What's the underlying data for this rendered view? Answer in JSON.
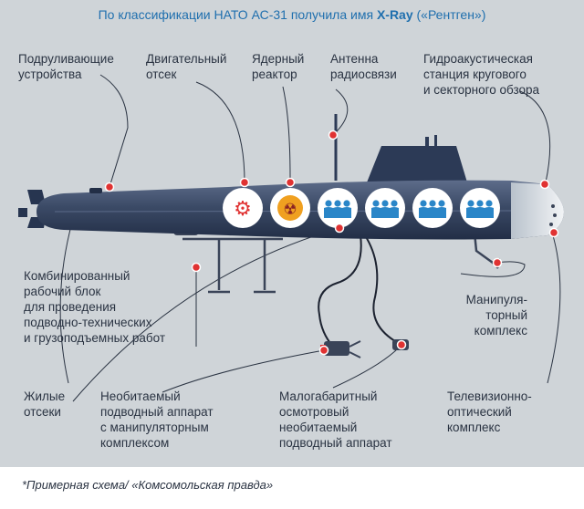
{
  "title": {
    "prefix": "По классификации НАТО АС-31 получила имя",
    "emphasis": "X-Ray",
    "suffix": "(«Рентген»)"
  },
  "labels": {
    "thrusters": "Подруливающие\nустройства",
    "engine": "Двигательный\nотсек",
    "reactor": "Ядерный\nреактор",
    "antenna": "Антенна\nрадиосвязи",
    "sonar": "Гидроакустическая\nстанция кругового\nи секторного обзора",
    "combined_unit": "Комбинированный\nрабочий блок\nдля проведения\nподводно-технических\nи грузоподъемных работ",
    "manipulator": "Манипуля-\nторный\nкомплекс",
    "living": "Жилые\nотсеки",
    "rov_manip": "Необитаемый\nподводный аппарат\nс манипуляторным\nкомплексом",
    "small_rov": "Малогабаритный\nосмотровый\nнеобитаемый\nподводный аппарат",
    "tv_optical": "Телевизионно-\nоптический\nкомплекс"
  },
  "footer": "*Примерная схема/ «Комсомольская правда»",
  "colors": {
    "background": "#cfd4d8",
    "hull": "#3b4a66",
    "hull_dark": "#273550",
    "accent_red": "#e03232",
    "title_blue": "#1f6fae",
    "person_blue": "#2a86c8",
    "reactor_orange": "#f0a020"
  }
}
